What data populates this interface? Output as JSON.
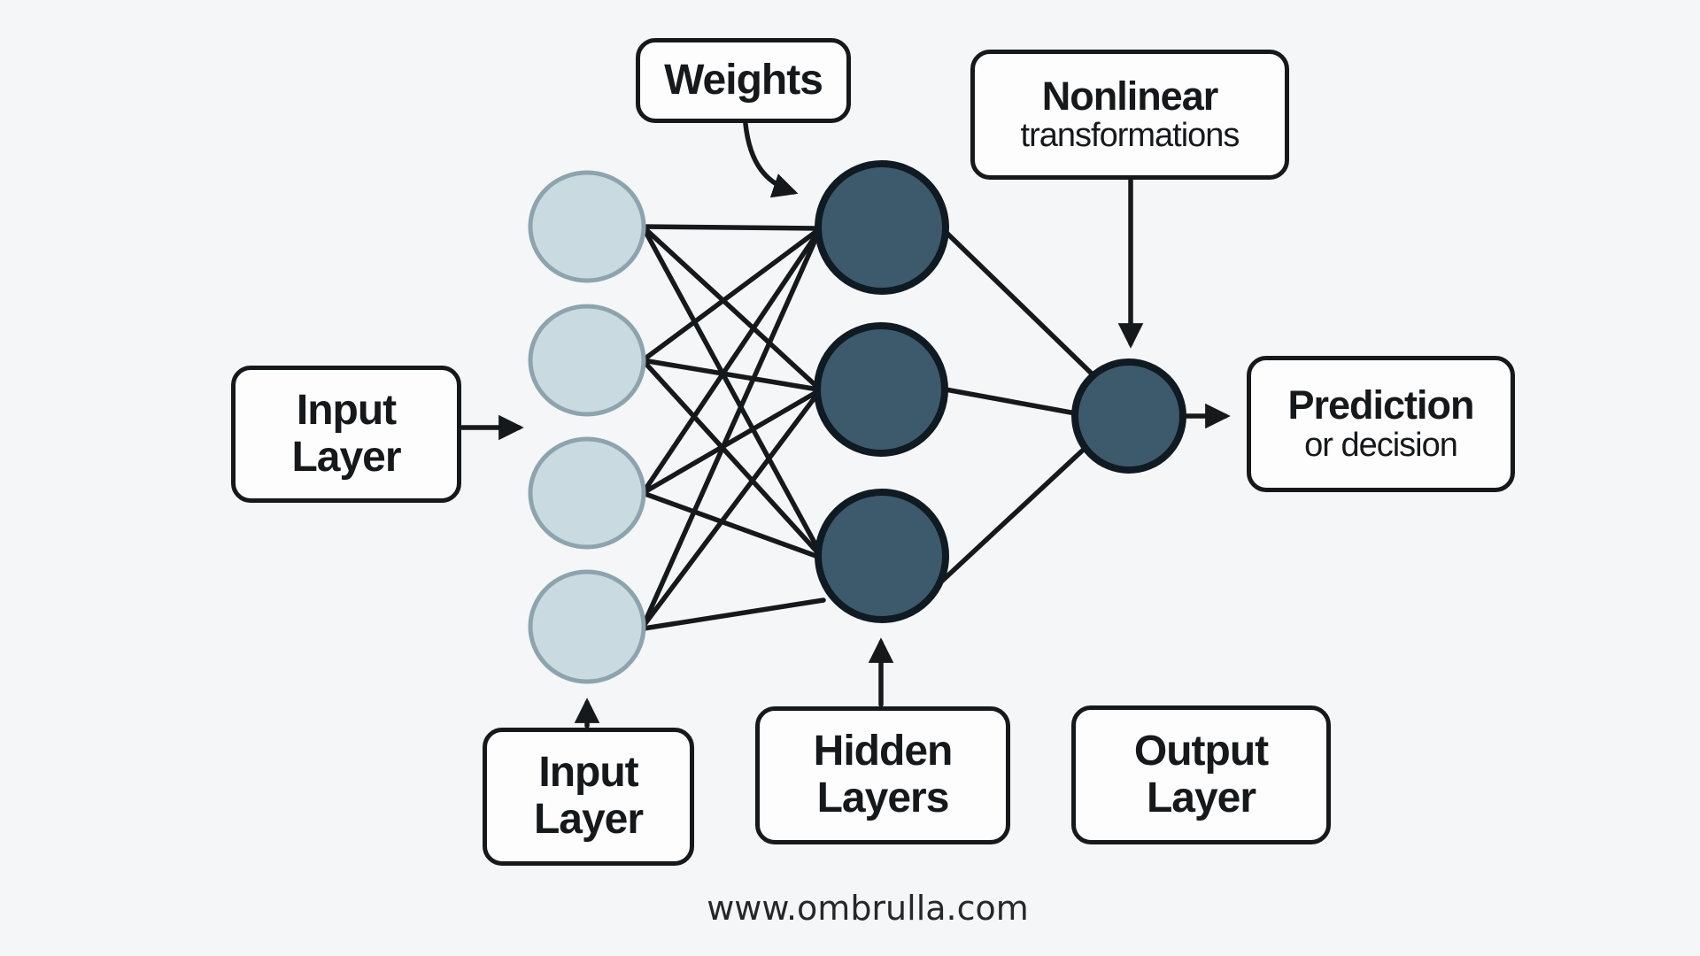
{
  "diagram": {
    "boxes": {
      "weights": {
        "label": "Weights"
      },
      "nonlinear": {
        "line1": "Nonlinear",
        "line2": "transformations"
      },
      "input_layer_side": {
        "line1": "Input",
        "line2": "Layer"
      },
      "input_layer_bottom": {
        "line1": "Input",
        "line2": "Layer"
      },
      "hidden_layers": {
        "line1": "Hidden",
        "line2": "Layers"
      },
      "output_layer": {
        "line1": "Output",
        "line2": "Layer"
      },
      "prediction": {
        "line1": "Prediction",
        "line2": "or decision"
      }
    },
    "network": {
      "input_node_count": 4,
      "hidden_node_count": 3,
      "output_node_count": 1
    },
    "colors": {
      "background": "#f5f6f7",
      "input_node_fill": "#c9dbe1",
      "input_node_stroke": "#8da3ad",
      "hidden_node_fill": "#3d5a6c",
      "hidden_node_stroke": "#101a22",
      "connection_line": "#16191c",
      "box_fill": "#fdfdfd",
      "box_border": "#16191c",
      "text": "#16191c"
    },
    "footer": {
      "website": "www.ombrulla.com"
    }
  }
}
